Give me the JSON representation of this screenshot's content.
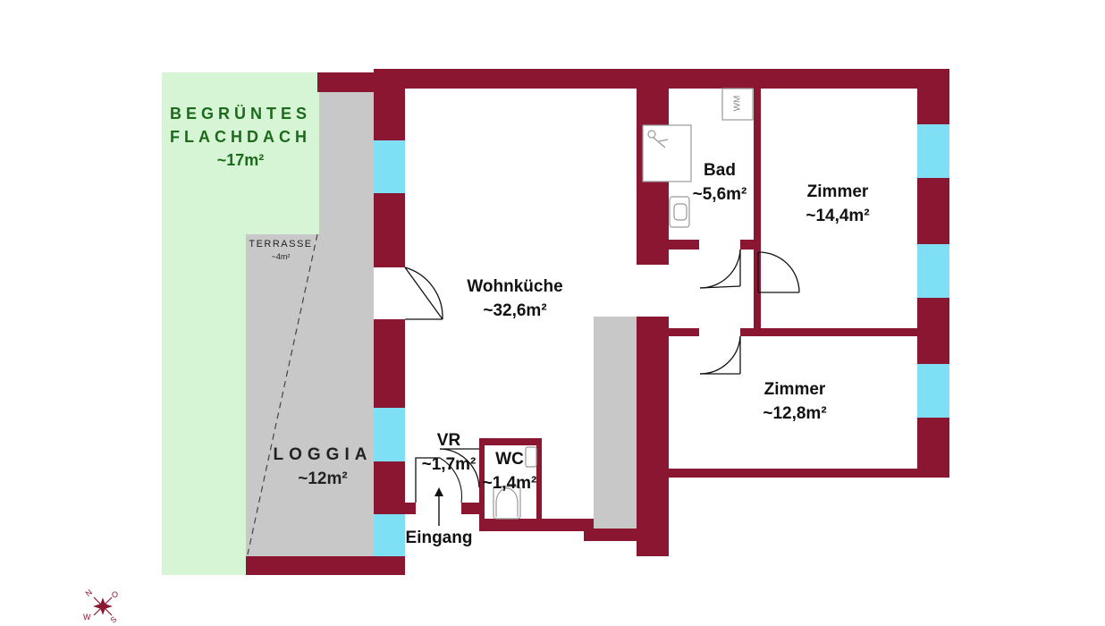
{
  "colors": {
    "wall": "#8b1631",
    "window": "#7fe0f5",
    "grey_area": "#c8c8c8",
    "green_roof": "#d6f5d4",
    "green_text": "#1c6a1c"
  },
  "rooms": {
    "flachdach": {
      "name_line1": "BEGRÜNTES",
      "name_line2": "FLACHDACH",
      "area": "~17m²"
    },
    "terrasse": {
      "name": "TERRASSE",
      "area": "~4m²"
    },
    "loggia": {
      "name": "LOGGIA",
      "area": "~12m²"
    },
    "wohnkueche": {
      "name": "Wohnküche",
      "area": "~32,6m²"
    },
    "bad": {
      "name": "Bad",
      "area": "~5,6m²"
    },
    "zimmer1": {
      "name": "Zimmer",
      "area": "~14,4m²"
    },
    "zimmer2": {
      "name": "Zimmer",
      "area": "~12,8m²"
    },
    "vr": {
      "name": "VR",
      "area": "~1,7m²"
    },
    "wc": {
      "name": "WC",
      "area": "~1,4m²"
    }
  },
  "entrance": {
    "label": "Eingang"
  },
  "fixtures": {
    "washing_machine": "WM"
  },
  "compass": {
    "n": "N",
    "o": "O",
    "s": "S",
    "w": "W"
  }
}
